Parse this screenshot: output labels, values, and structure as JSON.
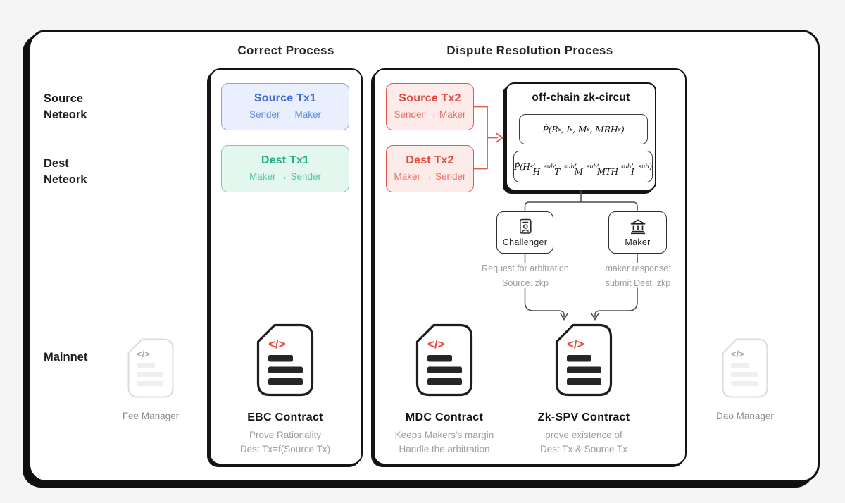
{
  "page": {
    "background": "#f5f5f6"
  },
  "row_labels": {
    "source_network": {
      "line1": "Source",
      "line2": "Neteork"
    },
    "dest_network": {
      "line1": "Dest",
      "line2": "Neteork"
    },
    "mainnet": "Mainnet"
  },
  "columns": {
    "correct": {
      "title": "Correct Process"
    },
    "dispute": {
      "title": "Dispute Resolution Process"
    }
  },
  "tx_boxes": {
    "source_tx1": {
      "title": "Source Tx1",
      "subtitle": "Sender → Maker"
    },
    "dest_tx1": {
      "title": "Dest Tx1",
      "subtitle": "Maker → Sender"
    },
    "source_tx2": {
      "title": "Source Tx2",
      "subtitle": "Sender → Maker"
    },
    "dest_tx2": {
      "title": "Dest Tx2",
      "subtitle": "Maker → Sender"
    }
  },
  "zk_circuit": {
    "title": "off-chain zk-circut",
    "formula_source": "P̂(R_{s}, I_{s}, M_{s}, MRH_{s})",
    "formula_dest": "P̂(H_{s}, H_{sub}, T_{sub}, M_{sub}, MTH_{sub}, I_{sub})"
  },
  "actors": {
    "challenger": {
      "label": "Challenger",
      "note": [
        "Request for arbitration",
        "Source. zkp"
      ]
    },
    "maker": {
      "label": "Maker",
      "note": [
        "maker response:",
        "submit Dest. zkp"
      ]
    }
  },
  "contracts": {
    "ebc": {
      "name": "EBC Contract",
      "desc": [
        "Prove Rationality",
        "Dest Tx=f(Source Tx)"
      ]
    },
    "mdc": {
      "name": "MDC Contract",
      "desc": [
        "Keeps Makers's margin",
        "Handle the arbitration"
      ]
    },
    "zkspv": {
      "name": "Zk-SPV Contract",
      "desc": [
        "prove existence of",
        "Dest Tx & Source Tx"
      ]
    },
    "fee_manager": {
      "name": "Fee Manager"
    },
    "dao_manager": {
      "name": "Dao Manager"
    }
  },
  "icons": {
    "code_glyph": "</>",
    "challenger_icon": "id-badge",
    "maker_icon": "bank-building",
    "contract_icon": "code-document"
  },
  "colors": {
    "frame_border": "#121212",
    "blue_fill": "#e9effc",
    "blue_border": "#8ba3ee",
    "blue_text": "#3f6ad8",
    "teal_fill": "#e3f7ef",
    "teal_border": "#6fcfb2",
    "teal_text": "#21ab89",
    "red_fill": "#fcebe9",
    "red_border": "#e4594e",
    "red_text": "#e2473c",
    "line_gray": "#4a4a4a",
    "note_gray": "#9c9c9c"
  }
}
